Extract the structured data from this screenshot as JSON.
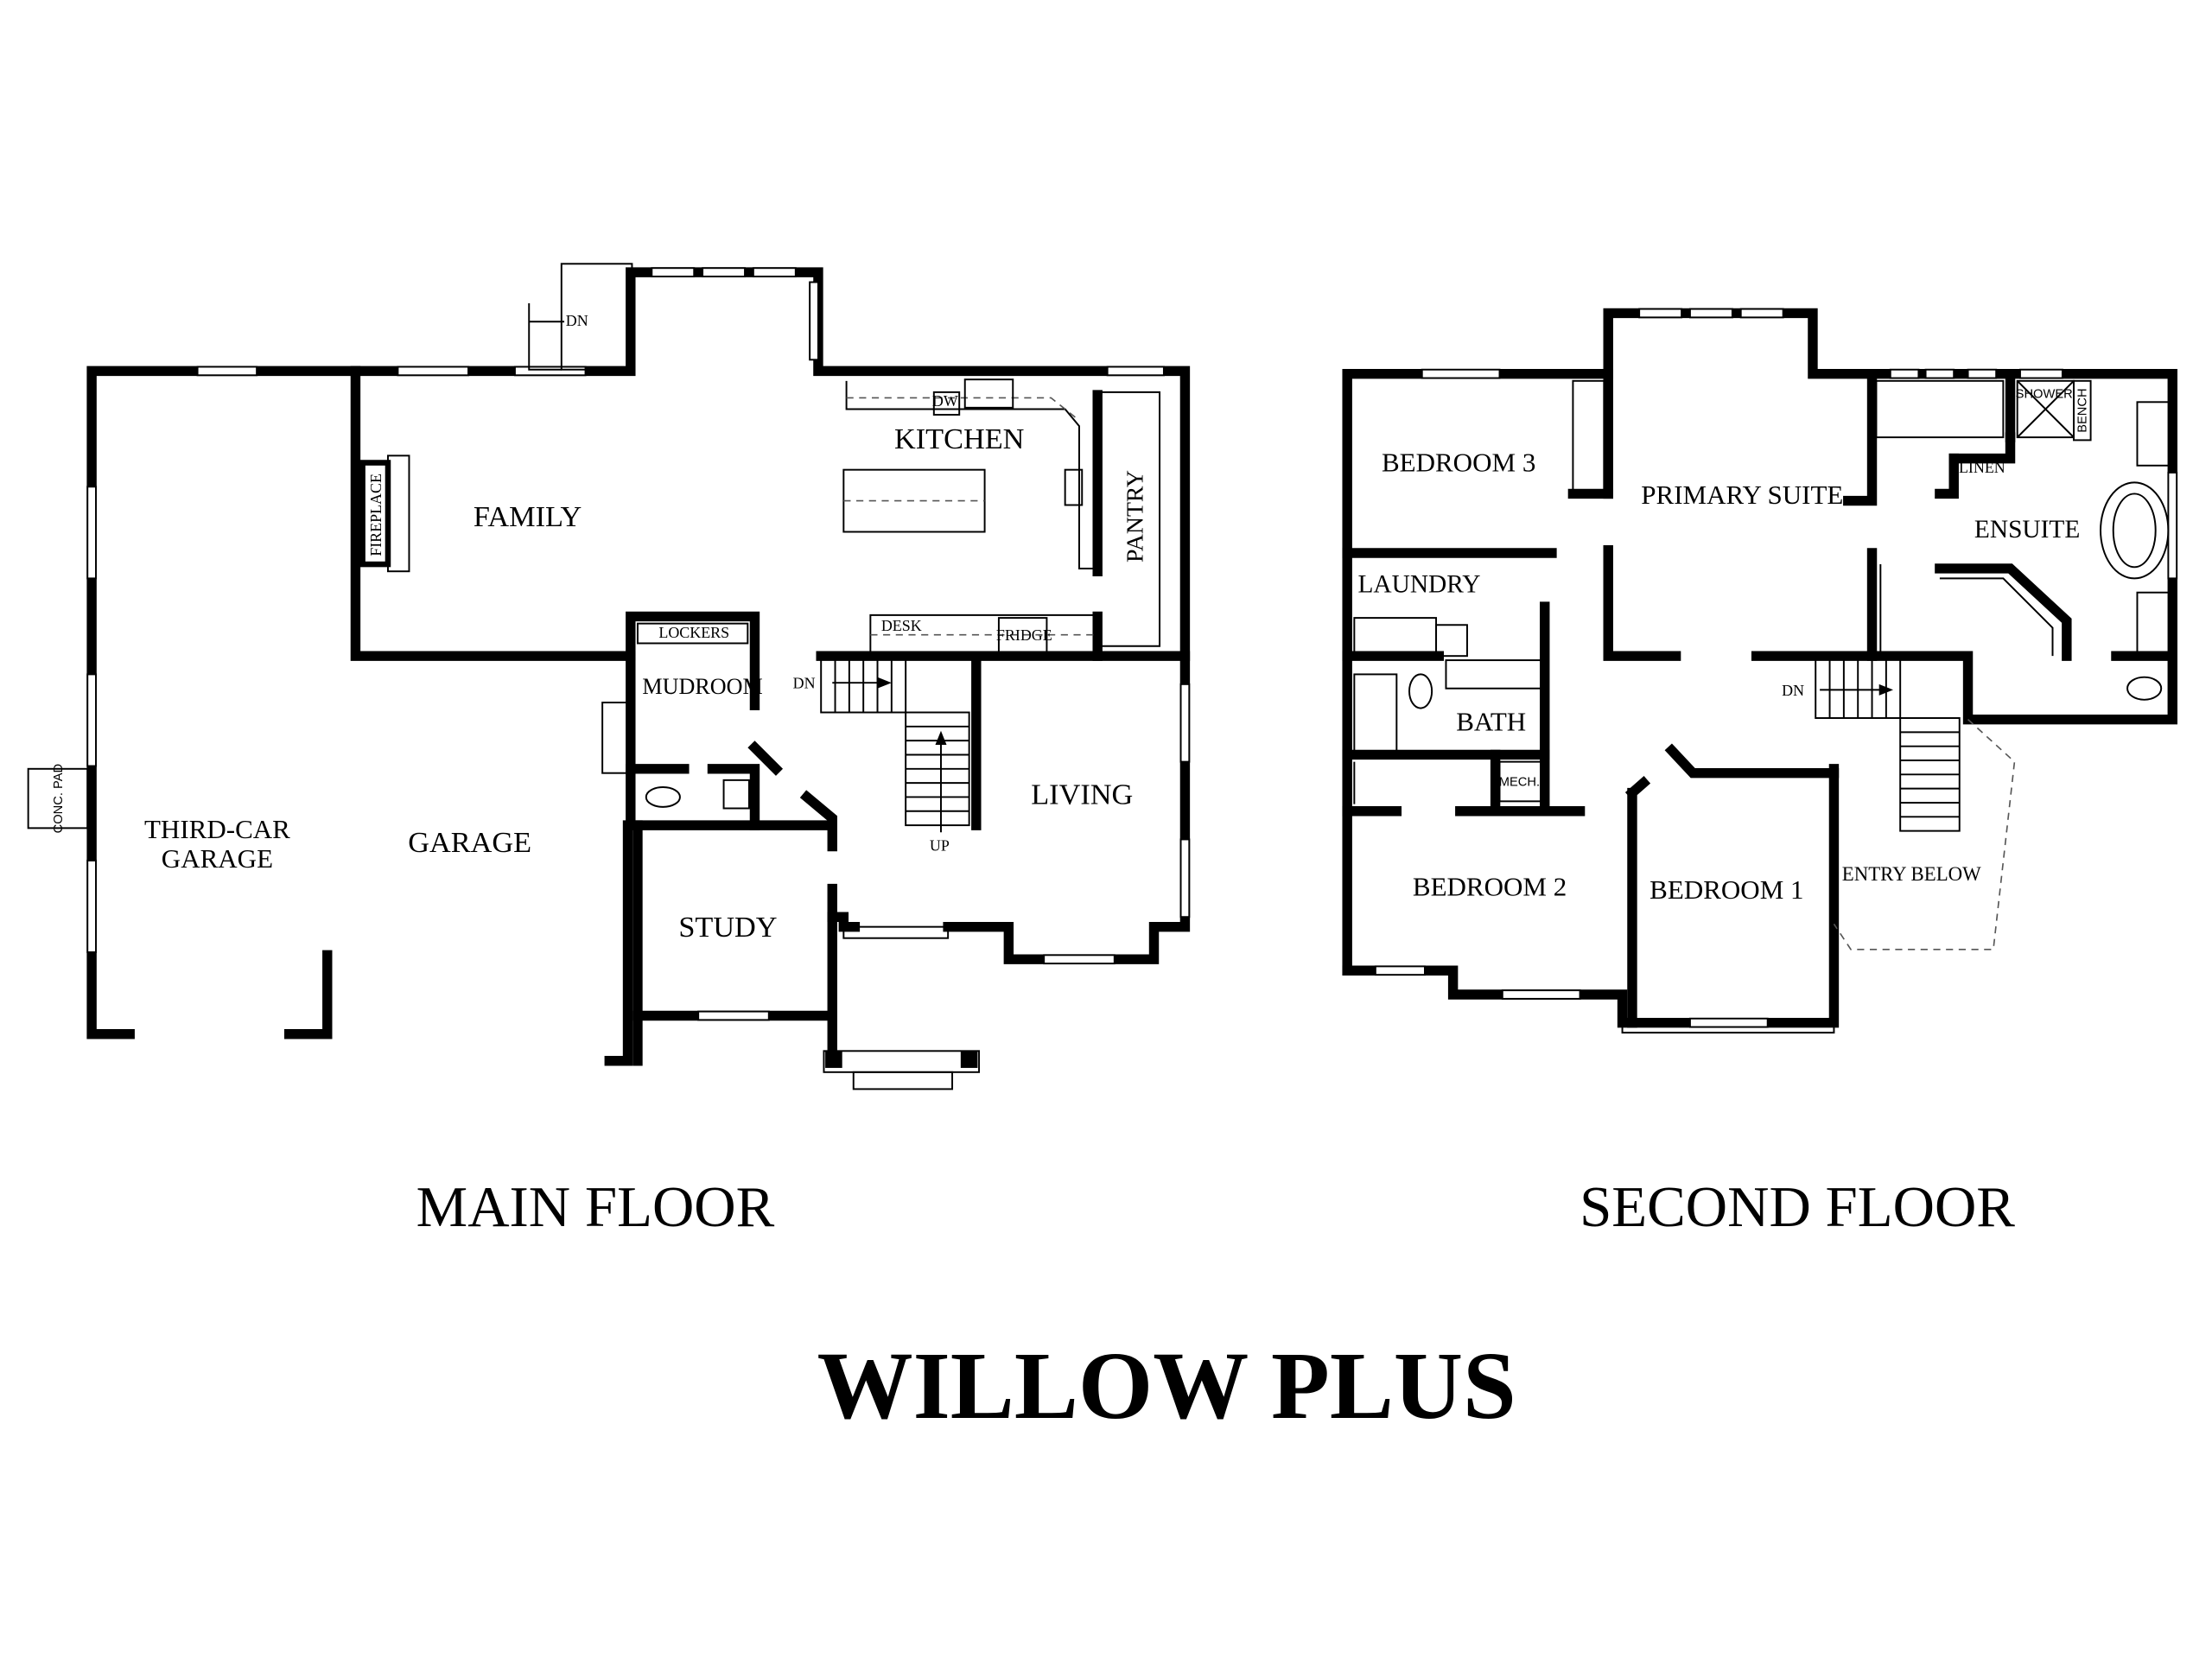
{
  "title": "WILLOW PLUS",
  "main_floor": {
    "title": "MAIN FLOOR",
    "rooms": {
      "family": "FAMILY",
      "kitchen": "KITCHEN",
      "pantry": "PANTRY",
      "fireplace": "FIREPLACE",
      "mudroom": "MUDROOM",
      "lockers": "LOCKERS",
      "living": "LIVING",
      "study": "STUDY",
      "garage": "GARAGE",
      "third_car_line1": "THIRD-CAR",
      "third_car_line2": "GARAGE",
      "conc_pad": "CONC. PAD"
    },
    "fixtures": {
      "dw": "DW",
      "desk": "DESK",
      "fridge": "FRIDGE",
      "stair_dn": "DN",
      "stair_up": "UP",
      "deck_dn": "DN"
    }
  },
  "second_floor": {
    "title": "SECOND FLOOR",
    "rooms": {
      "bedroom3": "BEDROOM 3",
      "primary_suite": "PRIMARY SUITE",
      "linen": "LINEN",
      "shower": "SHOWER",
      "bench": "BENCH",
      "ensuite": "ENSUITE",
      "laundry": "LAUNDRY",
      "bath": "BATH",
      "mech": "MECH.",
      "bedroom2": "BEDROOM 2",
      "bedroom1": "BEDROOM 1",
      "entry_below": "ENTRY BELOW"
    },
    "fixtures": {
      "stair_dn": "DN"
    }
  }
}
